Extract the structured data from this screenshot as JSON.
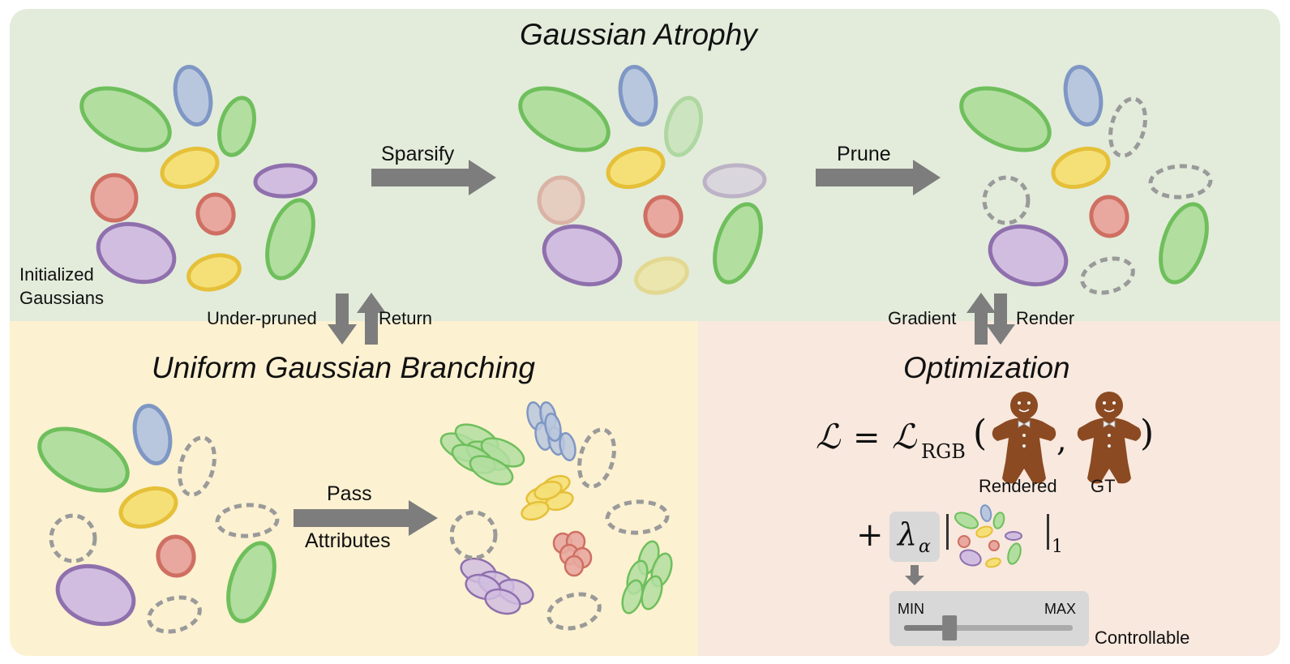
{
  "top": {
    "title": "Gaussian Atrophy",
    "initialized": [
      "Initialized",
      "Gaussians"
    ],
    "sparsify": "Sparsify",
    "prune": "Prune"
  },
  "left_bottom": {
    "title": "Uniform Gaussian Branching",
    "under_pruned": "Under-pruned",
    "return": "Return",
    "pass": "Pass",
    "attributes": "Attributes"
  },
  "right_bottom": {
    "title": "Optimization",
    "gradient": "Gradient",
    "render": "Render",
    "loss_lhs": "ℒ",
    "equals": "=",
    "loss_rgb": "ℒ",
    "rgb_sub": "RGB",
    "lparen": "(",
    "comma": ",",
    "rparen": ")",
    "rendered": "Rendered",
    "gt": "GT",
    "plus": "+",
    "lambda": "λ",
    "lambda_sub": "α",
    "norm_sub": "1",
    "slider_min": "MIN",
    "slider_max": "MAX",
    "slider_value": 0.27,
    "controllable": "Controllable"
  },
  "colors": {
    "green_fill": "#b2dea0",
    "green_stroke": "#6fbf5c",
    "blue_fill": "#b9c7de",
    "blue_stroke": "#7f97c4",
    "yellow_fill": "#f5e078",
    "yellow_stroke": "#e5c038",
    "red_fill": "#e8a8a0",
    "red_stroke": "#cf6f62",
    "purple_fill": "#d1bde0",
    "purple_stroke": "#8f70ad",
    "arrow": "#7d7d7d",
    "dashed": "#9a9a9a"
  }
}
